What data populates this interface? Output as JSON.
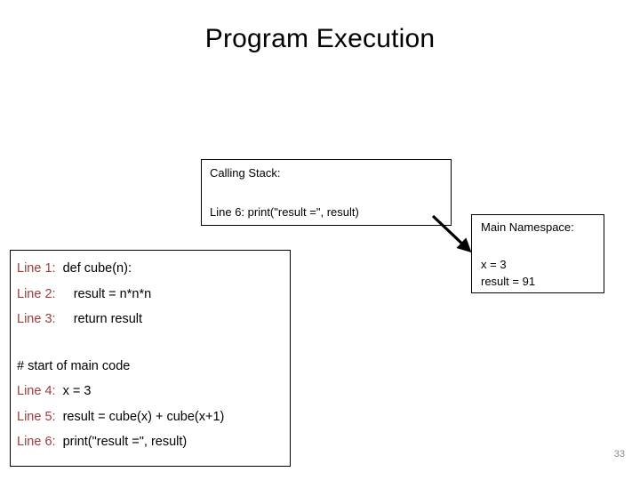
{
  "slide": {
    "title": "Program Execution",
    "page_number": "33",
    "accent_color": "#9E3B3B",
    "text_color": "#000000",
    "page_number_color": "#8A8A8A",
    "background_color": "#FFFFFF"
  },
  "calling_stack": {
    "title": "Calling Stack:",
    "frames": [
      "Line 6: print(\"result =\", result)"
    ],
    "frame_0": "Line 6: print(\"result =\", result)"
  },
  "main_namespace": {
    "title": "Main Namespace:",
    "variables": [
      {
        "text": "x = 3"
      },
      {
        "text": "result = 91"
      }
    ],
    "var_0": "x = 3",
    "var_1": "result = 91"
  },
  "arrow": {
    "name": "stack-to-namespace-arrow",
    "from": "calling-stack-box",
    "to": "main-namespace-box",
    "color": "#000000"
  },
  "code": {
    "lines": [
      {
        "label": "Line 1:",
        "text": "  def cube(n):"
      },
      {
        "label": "Line 2:",
        "text": "     result = n*n*n"
      },
      {
        "label": "Line 3:",
        "text": "     return result"
      },
      {
        "label": "",
        "text": ""
      },
      {
        "label": "",
        "text": "# start of main code"
      },
      {
        "label": "Line 4:",
        "text": "  x = 3"
      },
      {
        "label": "Line 5:",
        "text": "  result = cube(x) + cube(x+1)"
      },
      {
        "label": "Line 6:",
        "text": "  print(\"result =\", result)"
      }
    ],
    "l0_label": "Line 1:",
    "l0_text": "  def cube(n):",
    "l1_label": "Line 2:",
    "l1_text": "     result = n*n*n",
    "l2_label": "Line 3:",
    "l2_text": "     return result",
    "l4_text": "# start of main code",
    "l5_label": "Line 4:",
    "l5_text": "  x = 3",
    "l6_label": "Line 5:",
    "l6_text": "  result = cube(x) + cube(x+1)",
    "l7_label": "Line 6:",
    "l7_text": "  print(\"result =\", result)"
  }
}
